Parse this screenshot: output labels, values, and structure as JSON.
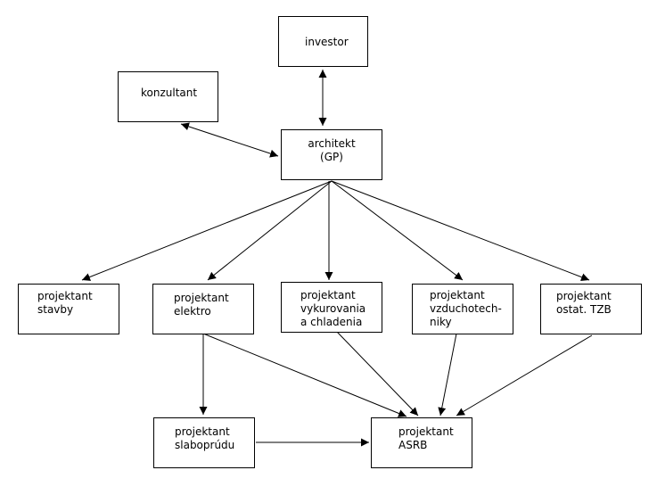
{
  "nodes": {
    "investor": "investor",
    "konzultant": "konzultant",
    "architekt": "architekt\n(GP)",
    "stavby": "projektant\nstavby",
    "elektro": "projektant\nelektro",
    "vykurovania": "projektant\nvykurovania\na chladenia",
    "vzduchotechniky": "projektant\nvzduchotech-\nniky",
    "tzb": "projektant\nostat. TZB",
    "slaboprudu": "projektant\nslaboprúdu",
    "asrb": "projektant\nASRB"
  },
  "colors": {
    "line": "#000000",
    "box_border": "#000000",
    "background": "#ffffff"
  }
}
